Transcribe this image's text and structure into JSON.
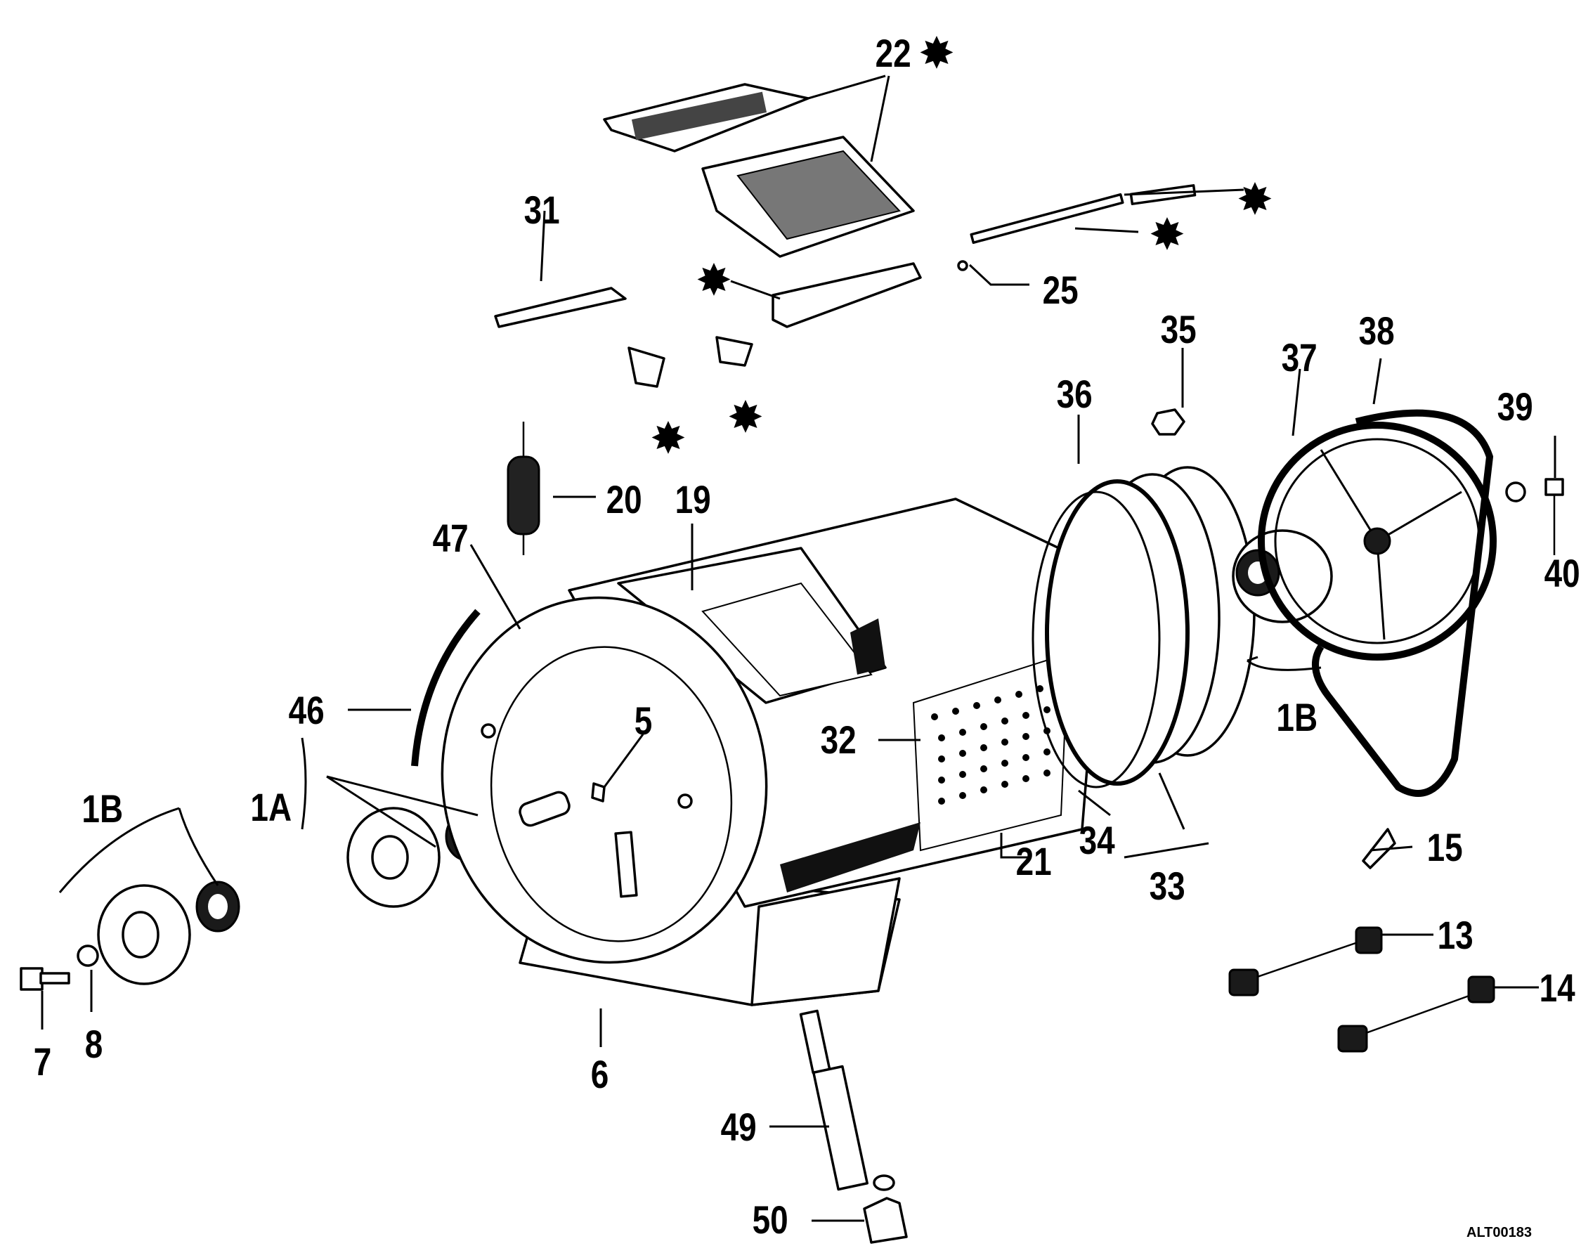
{
  "diagram": {
    "drawing_code": "ALT00183",
    "star_symbol": "✸",
    "callouts": {
      "c22": "22",
      "c31": "31",
      "c25": "25",
      "c35": "35",
      "c36": "36",
      "c37": "37",
      "c38": "38",
      "c39": "39",
      "c40": "40",
      "c20": "20",
      "c19": "19",
      "c47": "47",
      "c46": "46",
      "c5": "5",
      "c1A": "1A",
      "c1B_left": "1B",
      "c1B_right": "1B",
      "c32": "32",
      "c21": "21",
      "c34": "34",
      "c33": "33",
      "c15": "15",
      "c13": "13",
      "c14": "14",
      "c7": "7",
      "c8": "8",
      "c6": "6",
      "c49": "49",
      "c50": "50"
    }
  }
}
